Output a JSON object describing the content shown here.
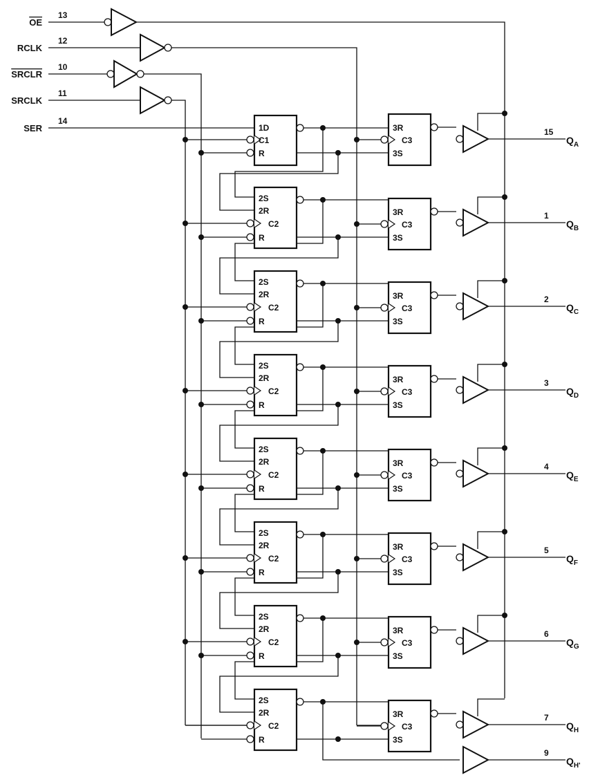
{
  "inputs": [
    {
      "label": "OE",
      "overbar": true,
      "pin": "13"
    },
    {
      "label": "RCLK",
      "overbar": false,
      "pin": "12"
    },
    {
      "label": "SRCLR",
      "overbar": true,
      "pin": "10"
    },
    {
      "label": "SRCLK",
      "overbar": false,
      "pin": "11"
    },
    {
      "label": "SER",
      "overbar": false,
      "pin": "14"
    }
  ],
  "shift_first": [
    "1D",
    "C1",
    "R"
  ],
  "shift_other": [
    "2S",
    "2R",
    "C2",
    "R"
  ],
  "storage": [
    "3R",
    "C3",
    "3S"
  ],
  "outputs": [
    {
      "pin": "15",
      "name": "Q",
      "sub": "A"
    },
    {
      "pin": "1",
      "name": "Q",
      "sub": "B"
    },
    {
      "pin": "2",
      "name": "Q",
      "sub": "C"
    },
    {
      "pin": "3",
      "name": "Q",
      "sub": "D"
    },
    {
      "pin": "4",
      "name": "Q",
      "sub": "E"
    },
    {
      "pin": "5",
      "name": "Q",
      "sub": "F"
    },
    {
      "pin": "6",
      "name": "Q",
      "sub": "G"
    },
    {
      "pin": "7",
      "name": "Q",
      "sub": "H"
    }
  ],
  "serial_out": {
    "pin": "9",
    "name": "Q",
    "sub": "H'"
  }
}
